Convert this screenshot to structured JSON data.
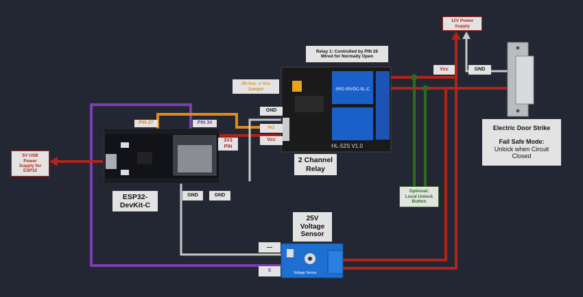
{
  "diagram": {
    "usb_power": "5V USB\nPower\nSupply for\nESP32",
    "esp32_name": "ESP32-\nDevKit-C",
    "pin27": "PIN 27",
    "pin34": "PIN 34",
    "pin3v3": "3V3\nPIN",
    "gnd_a": "GND",
    "gnd_b": "GND",
    "relay_info": "Relay 1: Controlled by PIN 26\nWired for Normally Open",
    "jumper": "JD-Vcc -> Vcc\nJumper",
    "relay_gnd": "GND",
    "relay_in1": "In1",
    "relay_vcc": "Vcc",
    "relay_name": "2 Channel\nRelay",
    "psu_12v": "12V Power\nSupply",
    "vcc_12v": "Vcc",
    "gnd_12v": "GND",
    "strike_title": "Electric Door Strike",
    "strike_mode": "Fail Safe Mode:",
    "strike_desc": "Unlock when Circuit\nClosed",
    "optional_button": "Optional:\nLocal Unlock\nButton",
    "sensor_name": "25V\nVoltage\nSensor",
    "sensor_minus": "—",
    "sensor_s": "S",
    "relay_board_text": "HL-52S V1.0",
    "relay_module_text": "SRD-05VDC-SL-C",
    "sensor_board_text": "Voltage Sensor"
  },
  "colors": {
    "background": "#222733",
    "wire_red": "#b22418",
    "wire_orange": "#e08a1e",
    "wire_purple": "#7b3fb0",
    "wire_gray": "#c8c8c8",
    "wire_green": "#2f6b1f",
    "relay_blue": "#1b5fc9",
    "sensor_blue": "#1e6fd0",
    "label_gray": "#e3e3e3"
  }
}
